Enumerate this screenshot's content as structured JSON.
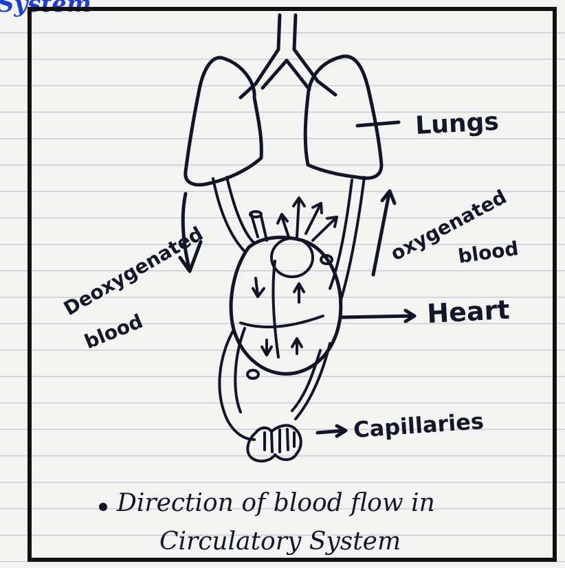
{
  "heading_fragment": "System",
  "labels": {
    "lungs": "Lungs",
    "oxygenated_line1": "oxygenated",
    "oxygenated_line2": "blood",
    "deoxygenated_line1": "Deoxygenated",
    "deoxygenated_line2": "blood",
    "heart": "Heart",
    "capillaries": "Capillaries"
  },
  "caption": {
    "line1": "Direction of blood flow in",
    "line2": "Circulatory System"
  },
  "colors": {
    "ink": "#121427",
    "heading": "#1d3fd1",
    "rule": "#c9ccd3"
  }
}
